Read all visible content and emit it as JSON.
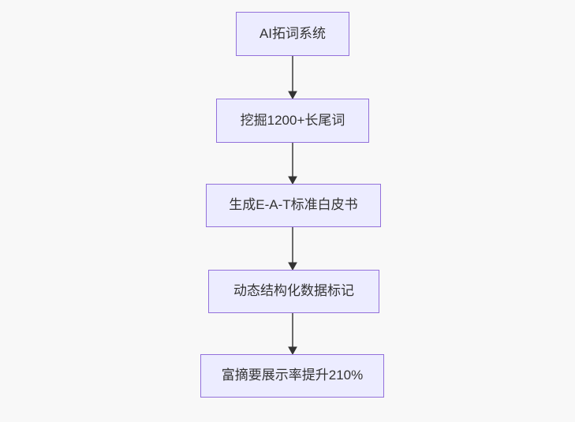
{
  "diagram": {
    "type": "flowchart",
    "direction": "top-down",
    "background_color": "#f8f8f8",
    "node_fill_color": "#ececff",
    "node_border_color": "#9370db",
    "node_text_color": "#333333",
    "arrow_color": "#333333",
    "nodes": [
      {
        "id": "n1",
        "label": "AI拓词系统"
      },
      {
        "id": "n2",
        "label": "挖掘1200+长尾词"
      },
      {
        "id": "n3",
        "label": "生成E-A-T标准白皮书"
      },
      {
        "id": "n4",
        "label": "动态结构化数据标记"
      },
      {
        "id": "n5",
        "label": "富摘要展示率提升210%"
      }
    ],
    "edges": [
      {
        "from": "n1",
        "to": "n2"
      },
      {
        "from": "n2",
        "to": "n3"
      },
      {
        "from": "n3",
        "to": "n4"
      },
      {
        "from": "n4",
        "to": "n5"
      }
    ]
  }
}
